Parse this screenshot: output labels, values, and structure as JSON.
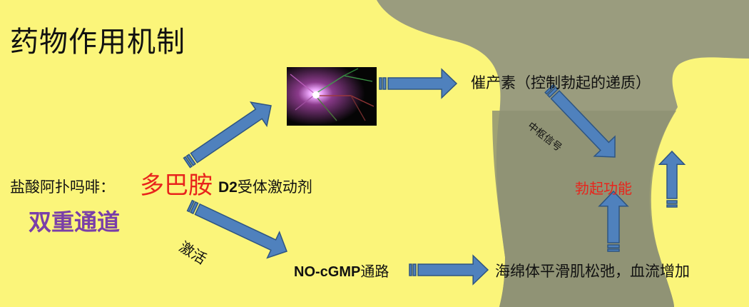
{
  "title": "药物作用机制",
  "drug": {
    "label": "盐酸阿扑吗啡：",
    "dopamine": "多巴胺",
    "agonist_code": "D2",
    "agonist_suffix": "受体激动剂"
  },
  "dual_pathway": "双重通道",
  "activate": "激活",
  "prolactin": "催产素（控制勃起的递质）",
  "central_signal": "中枢信号",
  "erection": "勃起功能",
  "nocgmp": {
    "code": "NO-cGMP",
    "suffix": "通路"
  },
  "smooth_muscle": "海绵体平滑肌松弛，血流增加",
  "colors": {
    "background": "#fbf57a",
    "silhouette": "#9a9c7e",
    "silhouette_dark": "#8e9273",
    "arrow_fill": "#4f81bd",
    "arrow_stroke": "#2e5582",
    "highlight_red": "#e8241c",
    "pathway_purple": "#7a3fa8"
  },
  "icons": [
    "neuron-image"
  ]
}
